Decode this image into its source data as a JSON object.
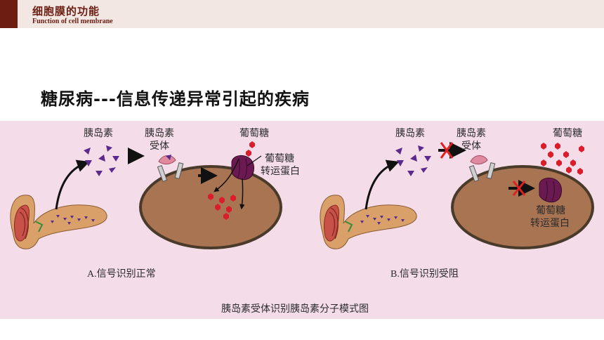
{
  "header": {
    "title": "细胞膜的功能",
    "subtitle": "Function of cell membrane"
  },
  "slide": {
    "title": "糖尿病---信息传递异常引起的疾病"
  },
  "figure": {
    "caption": "胰岛素受体识别胰岛素分子模式图",
    "panel_a": {
      "insulin_label": "胰岛素",
      "receptor_label_1": "胰岛素",
      "receptor_label_2": "受体",
      "glucose_label": "葡萄糖",
      "transporter_label_1": "葡萄糖",
      "transporter_label_2": "转运蛋白",
      "caption": "A.信号识别正常"
    },
    "panel_b": {
      "insulin_label": "胰岛素",
      "receptor_label_1": "胰岛素",
      "receptor_label_2": "受体",
      "glucose_label": "葡萄糖",
      "transporter_label_1": "葡萄糖",
      "transporter_label_2": "转运蛋白",
      "caption": "B.信号识别受阻"
    }
  },
  "colors": {
    "brand": "#6b1d12",
    "panel_bg": "#f4dde9",
    "cell_fill": "#a87452",
    "insulin": "#5a2a8c",
    "glucose": "#d91d2a",
    "transporter": "#6a1a50",
    "block_x": "#e02020"
  },
  "icons": [
    "pancreas-icon",
    "insulin-triangle-icon",
    "receptor-icon",
    "glucose-hexagon-icon",
    "transporter-protein-icon",
    "block-cross-icon"
  ]
}
